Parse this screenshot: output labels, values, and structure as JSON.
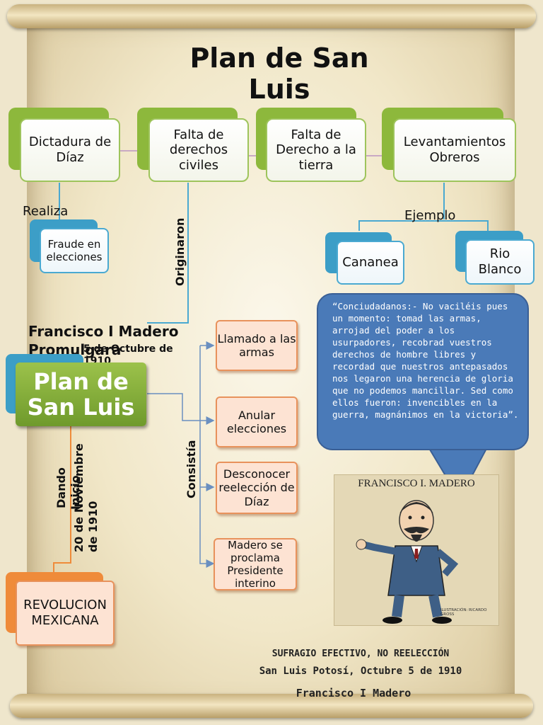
{
  "title": "Plan de San Luis",
  "causes": [
    "Dictadura de Díaz",
    "Falta de derechos civiles",
    "Falta de Derecho a la tierra",
    "Levantamientos Obreros"
  ],
  "realiza_label": "Realiza",
  "fraude": "Fraude en elecciones",
  "originaron_label": "Originaron",
  "ejemplo_label": "Ejemplo",
  "examples": [
    "Cananea",
    "Rio Blanco"
  ],
  "madero_name": "Francisco I Madero",
  "promulgara": "Promulgara",
  "date_oct": "5 de Octubre de 1910",
  "plan_box": "Plan de San Luis",
  "consistia_label": "Consistía",
  "measures": [
    "Llamado a las armas",
    "Anular elecciones",
    "Desconocer reelección de Díaz",
    "Madero se proclama Presidente interino"
  ],
  "dando_label": "Dando",
  "inicio_label": "Inicio",
  "date_nov": "20 de Noviembre de 1910",
  "revolucion": "REVOLUCION MEXICANA",
  "quote": "“Conciudadanos:- No vaciléis pues un momento: tomad las armas, arrojad del poder a los usurpadores, recobrad vuestros derechos de hombre libres y recordad que nuestros antepasados nos legaron una herencia de gloria que no podemos mancillar. Sed como ellos fueron: invencibles en la guerra, magnánimos en la victoria”.",
  "caricature_caption": "FRANCISCO I. MADERO",
  "caricature_credit": "ILUSTRACIÓN: RICARDO GROSS",
  "footer": {
    "line1": "SUFRAGIO EFECTIVO, NO REELECCIÓN",
    "line2": "San Luis Potosí, Octubre 5 de 1910",
    "line3": "Francisco I Madero"
  },
  "colors": {
    "green": "#8db83c",
    "blue": "#3c9ec7",
    "orange": "#ef8b3a",
    "bubble": "#4a7ab8"
  }
}
